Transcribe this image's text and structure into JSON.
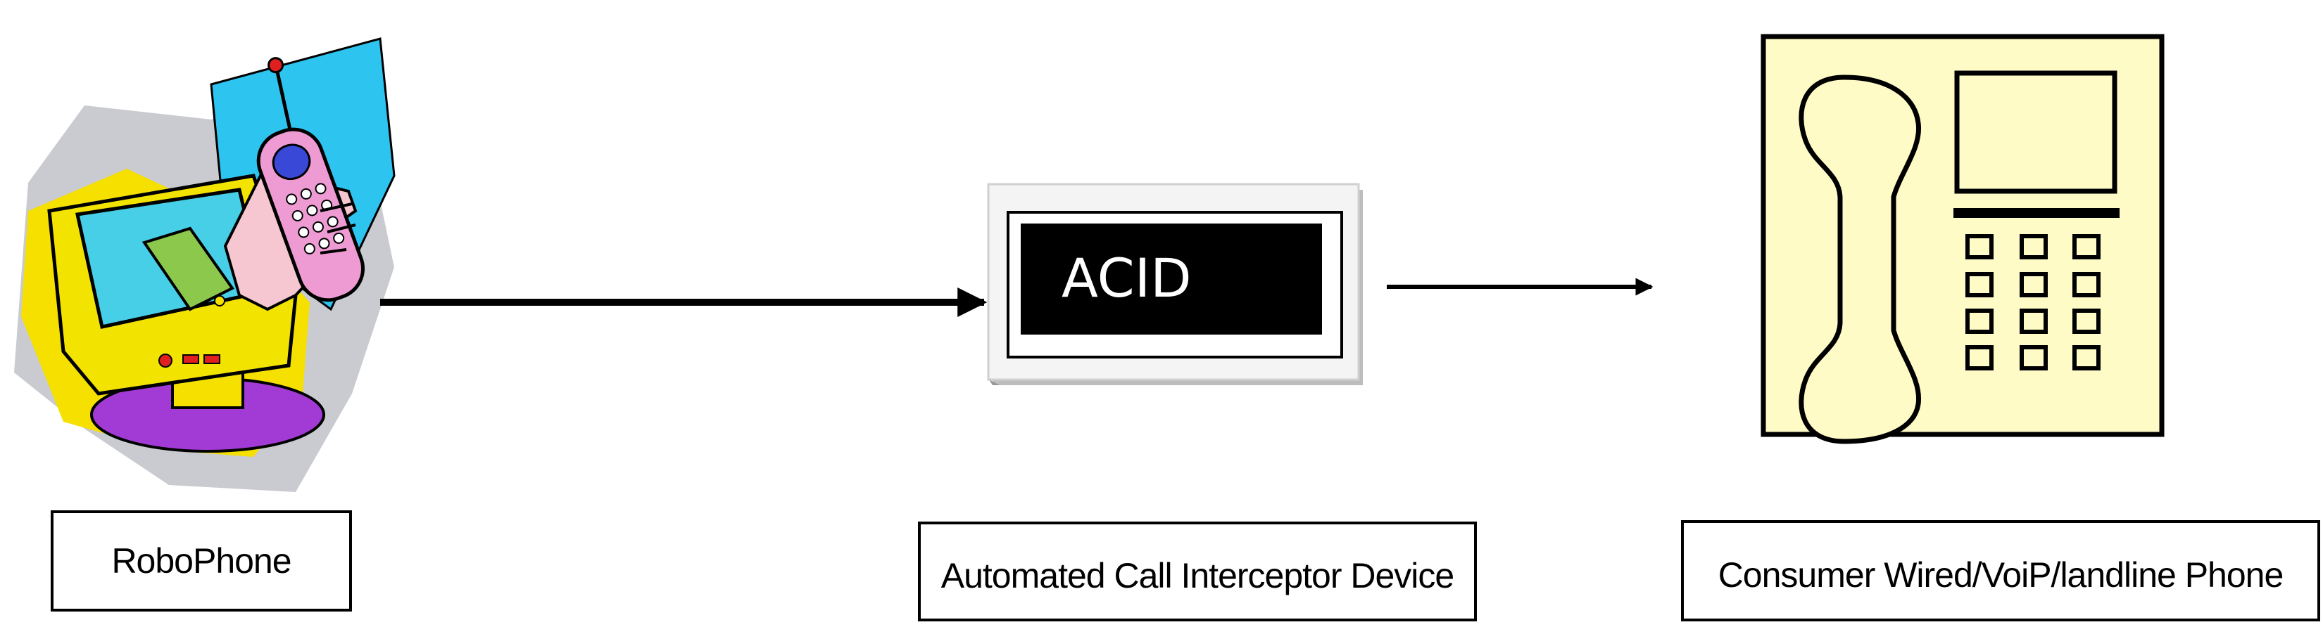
{
  "nodes": {
    "robophone": {
      "label": "RoboPhone",
      "icon": "computer-with-cellphone-icon"
    },
    "acid": {
      "display_text": "ACID",
      "label": "Automated Call Interceptor Device",
      "icon": "display-device-icon"
    },
    "consumer_phone": {
      "label": "Consumer Wired/VoiP/landline Phone",
      "icon": "desk-telephone-icon"
    }
  },
  "edges": [
    {
      "from": "robophone",
      "to": "acid"
    },
    {
      "from": "acid",
      "to": "consumer_phone"
    }
  ],
  "colors": {
    "line": "#000000",
    "phone_panel": "#fffbc6",
    "acid_screen": "#000000",
    "acid_bezel": "#f4f4f4",
    "clipart_blue": "#2ec4f0",
    "clipart_yellow": "#f5e000",
    "clipart_purple": "#a23bd6",
    "clipart_pink": "#f2a4d8"
  }
}
